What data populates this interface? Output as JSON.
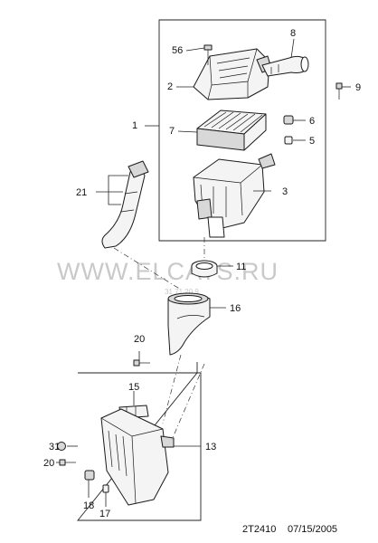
{
  "watermark": {
    "text": "WWW.ELCATS.RU",
    "small_text": "31 71 20 9"
  },
  "diagram_code": "2T2410",
  "diagram_date": "07/15/2005",
  "callouts": {
    "c1": "1",
    "c2": "2",
    "c3": "3",
    "c5": "5",
    "c6": "6",
    "c7": "7",
    "c8": "8",
    "c9": "9",
    "c11": "11",
    "c13": "13",
    "c15": "15",
    "c16": "16",
    "c17": "17",
    "c18": "18",
    "c20a": "20",
    "c20b": "20",
    "c21": "21",
    "c31": "31",
    "c56": "56"
  }
}
